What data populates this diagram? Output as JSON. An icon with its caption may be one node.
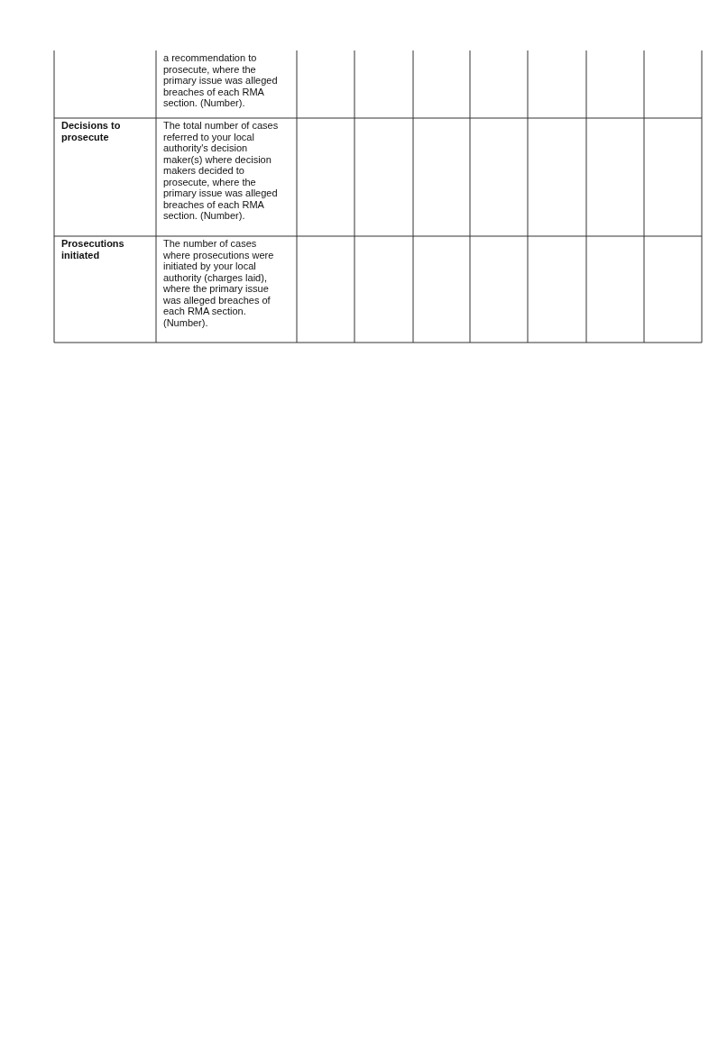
{
  "diagram": {
    "labels": [
      "a recommendation to prosecute, where the primary issue was alleged breaches of each RMA section. (Number).",
      "Decisions to prosecute",
      "The total number of cases referred to your local authority's decision maker(s) where decision makers decided to prosecute, where the primary issue was alleged breaches of each RMA section. (Number).",
      "Prosecutions initiated",
      "The number of cases where prosecutions were initiated by your local authority (charges laid), where the primary issue was alleged breaches of each RMA section. (Number)."
    ]
  }
}
